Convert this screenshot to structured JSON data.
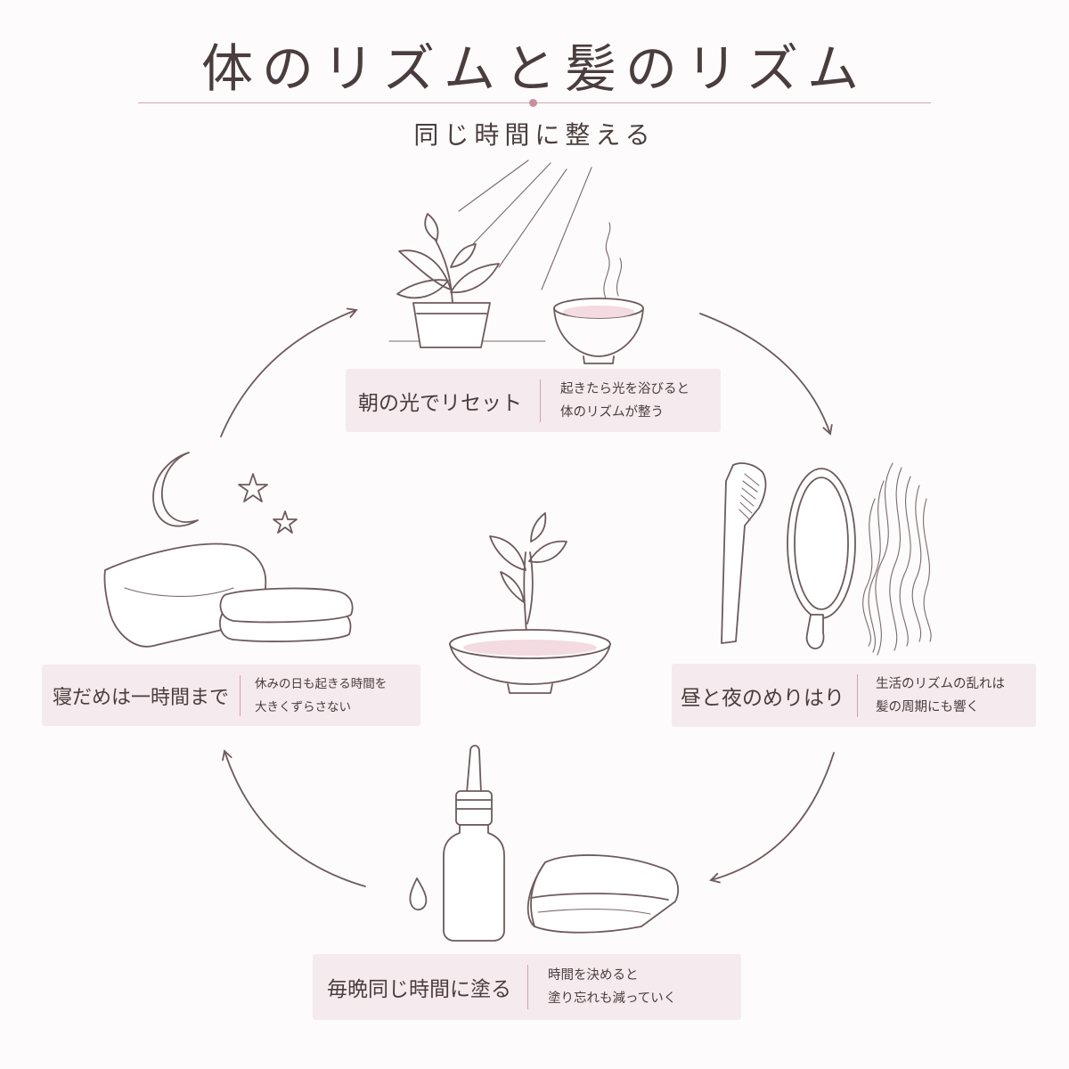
{
  "title": "体のリズムと髪のリズム",
  "subtitle": "同じ時間に整える",
  "cards": {
    "top": {
      "title": "朝の光でリセット",
      "desc": "起きたら光を浴びると\n体のリズムが整う"
    },
    "right": {
      "title": "昼と夜のめりはり",
      "desc": "生活のリズムの乱れは\n髪の周期にも響く"
    },
    "bottom": {
      "title": "毎晩同じ時間に塗る",
      "desc": "時間を決めると\n塗り忘れも減っていく"
    },
    "left": {
      "title": "寝だめは一時間まで",
      "desc": "休みの日も起きる時間を\n大きくずらさない"
    }
  },
  "colors": {
    "accent": "#c88f9f",
    "card_bg": "#f5eaed",
    "line": "#6e5a5d",
    "tint": "#f3dbe1"
  },
  "icons": [
    "sun-rays-icon",
    "potted-plant-icon",
    "steaming-bowl-icon",
    "comb-icon",
    "hand-mirror-icon",
    "hair-strands-icon",
    "serum-bottle-icon",
    "drop-icon",
    "folded-towel-icon",
    "pillow-icon",
    "moon-icon",
    "star-icon",
    "sprout-bowl-icon",
    "cycle-arrow-icon"
  ]
}
